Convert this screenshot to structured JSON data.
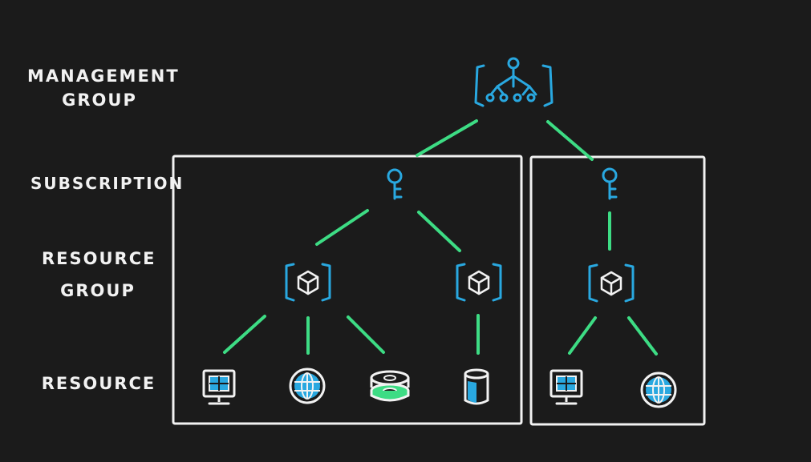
{
  "levels": {
    "management_group": {
      "line1": "MANAGEMENT",
      "line2": "GROUP"
    },
    "subscription": "SUBSCRIPTION",
    "resource_group": {
      "line1": "RESOURCE",
      "line2": "GROUP"
    },
    "resource": "RESOURCE"
  },
  "colors": {
    "background": "#1b1b1b",
    "connector": "#3ddc84",
    "icon": "#29a8e0",
    "box": "#f2f2f2",
    "text": "#f2f2f2"
  },
  "icons": {
    "management_group": "hierarchy-icon",
    "subscription": "key-icon",
    "resource_group": "cube-icon",
    "resources": [
      "virtual-machine-icon",
      "web-globe-icon",
      "storage-disk-icon",
      "database-cylinder-icon",
      "virtual-machine-icon",
      "web-globe-icon"
    ]
  }
}
